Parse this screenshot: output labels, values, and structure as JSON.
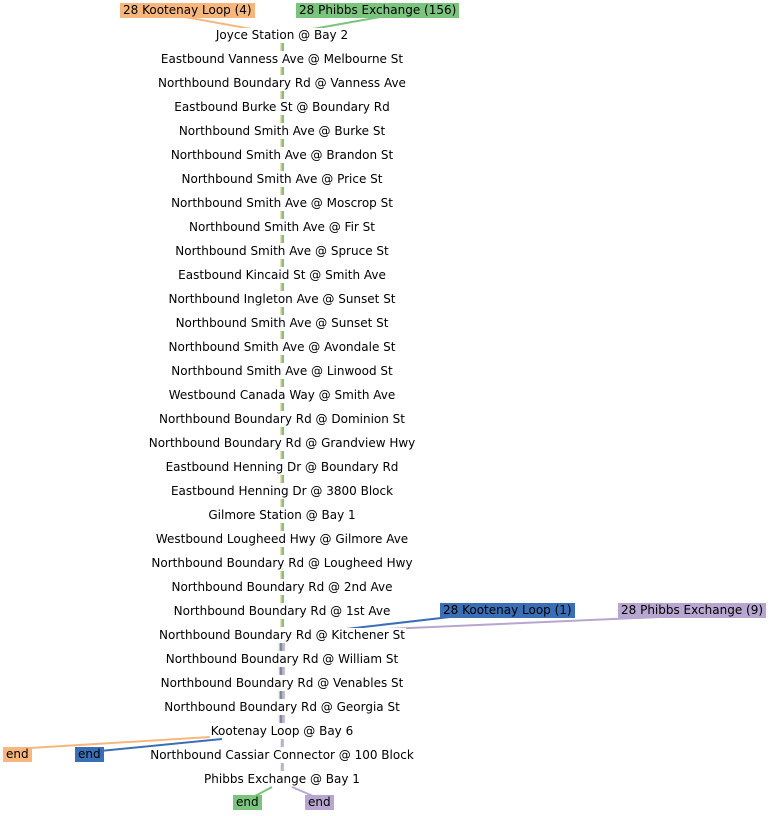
{
  "colors": {
    "kootenay_orange": "#f7b77c",
    "phibbs_green": "#7bc47d",
    "kootenay_blue": "#3b6fb5",
    "phibbs_purple": "#b7a6cf",
    "stem_gray": "#b4b4b4"
  },
  "stops": [
    "Joyce Station @ Bay 2",
    "Eastbound Vanness Ave @ Melbourne St",
    "Northbound Boundary Rd @ Vanness Ave",
    "Eastbound Burke St @ Boundary Rd",
    "Northbound Smith Ave @ Burke St",
    "Northbound Smith Ave @ Brandon St",
    "Northbound Smith Ave @ Price St",
    "Northbound Smith Ave @ Moscrop St",
    "Northbound Smith Ave @ Fir St",
    "Northbound Smith Ave @ Spruce St",
    "Eastbound Kincaid St @ Smith Ave",
    "Northbound Ingleton Ave @ Sunset St",
    "Northbound Smith Ave @ Sunset St",
    "Northbound Smith Ave @ Avondale St",
    "Northbound Smith Ave @ Linwood St",
    "Westbound Canada Way @ Smith Ave",
    "Northbound Boundary Rd @ Dominion St",
    "Northbound Boundary Rd @ Grandview Hwy",
    "Eastbound Henning Dr @ Boundary Rd",
    "Eastbound Henning Dr @ 3800 Block",
    "Gilmore Station @ Bay 1",
    "Westbound Lougheed Hwy @ Gilmore Ave",
    "Northbound Boundary Rd @ Lougheed Hwy",
    "Northbound Boundary Rd @ 2nd Ave",
    "Northbound Boundary Rd @ 1st Ave",
    "Northbound Boundary Rd @ Kitchener St",
    "Northbound Boundary Rd @ William St",
    "Northbound Boundary Rd @ Venables St",
    "Northbound Boundary Rd @ Georgia St",
    "Kootenay Loop @ Bay 6",
    "Northbound Cassiar Connector @ 100 Block",
    "Phibbs Exchange @ Bay 1"
  ],
  "routes": [
    {
      "id": "kootenay_orange",
      "label": "28 Kootenay Loop (4)",
      "color": "#f7b77c",
      "end_label": "end"
    },
    {
      "id": "phibbs_green",
      "label": "28 Phibbs Exchange (156)",
      "color": "#7bc47d",
      "end_label": "end"
    },
    {
      "id": "kootenay_blue",
      "label": "28 Kootenay Loop (1)",
      "color": "#3b6fb5",
      "end_label": "end"
    },
    {
      "id": "phibbs_purple",
      "label": "28 Phibbs Exchange (9)",
      "color": "#b7a6cf",
      "end_label": "end"
    }
  ]
}
